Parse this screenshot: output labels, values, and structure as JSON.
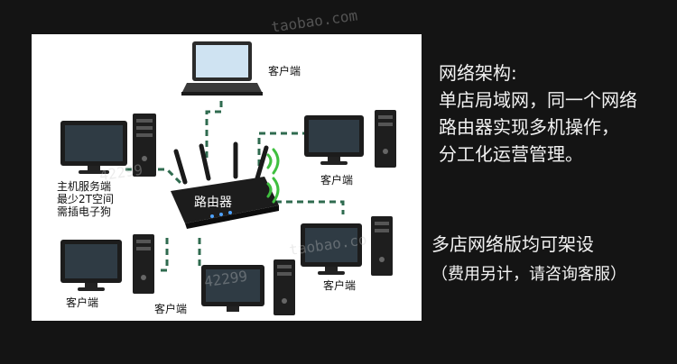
{
  "watermarks": [
    "taobao.com",
    "42299",
    "taobao.co",
    "42299"
  ],
  "diagram": {
    "router_label": "路由器",
    "client_label": "客户端",
    "host_label_lines": [
      "主机服务端",
      "最少2T空间",
      "需插电子狗"
    ]
  },
  "info": {
    "architecture": [
      "网络架构:",
      "单店局域网，同一个网络",
      "路由器实现多机操作，",
      "分工化运营管理。"
    ],
    "multi_store": [
      "多店网络版均可架设",
      "（费用另计，请咨询客服）"
    ]
  }
}
